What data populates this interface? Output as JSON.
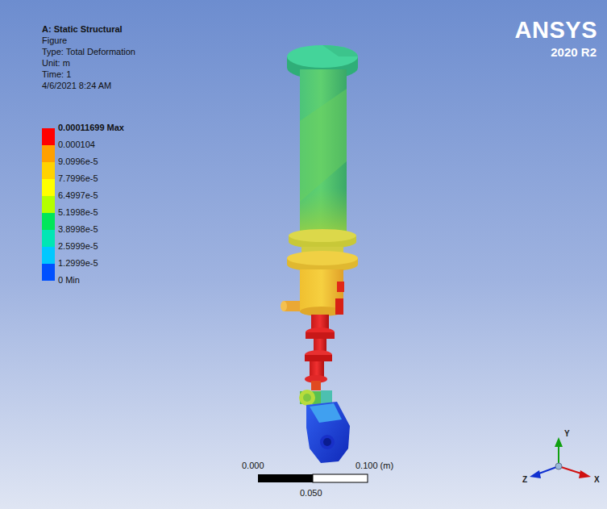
{
  "diagram": {
    "title": "A: Static Structural",
    "labels": [
      "Figure",
      "Type: Total Deformation",
      "Unit: m",
      "Time: 1",
      "4/6/2021 8:24 AM",
      "ANSYS",
      "2020 R2",
      "0.000",
      "0.100 (m)",
      "0.050",
      "Y",
      "Z",
      "X"
    ],
    "legend": [
      {
        "text": "0.00011699 Max",
        "color": "#ff0000"
      },
      {
        "text": "0.000104",
        "color": "#ffa000"
      },
      {
        "text": "9.0996e-5",
        "color": "#ffd200"
      },
      {
        "text": "7.7996e-5",
        "color": "#ffff00"
      },
      {
        "text": "6.4997e-5",
        "color": "#b4ff00"
      },
      {
        "text": "5.1998e-5",
        "color": "#00e65a"
      },
      {
        "text": "3.8998e-5",
        "color": "#00e6b4"
      },
      {
        "text": "2.5999e-5",
        "color": "#00c8ff"
      },
      {
        "text": "1.2999e-5",
        "color": "#0050ff"
      },
      {
        "text": "0 Min"
      }
    ]
  }
}
